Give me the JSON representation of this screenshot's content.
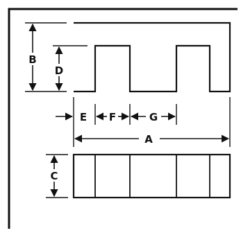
{
  "diagram": {
    "labels": {
      "a": "A",
      "b": "B",
      "c": "C",
      "d": "D",
      "e": "E",
      "f": "F",
      "g": "G"
    },
    "colors": {
      "line": "#111111",
      "background": "#ffffff"
    }
  }
}
